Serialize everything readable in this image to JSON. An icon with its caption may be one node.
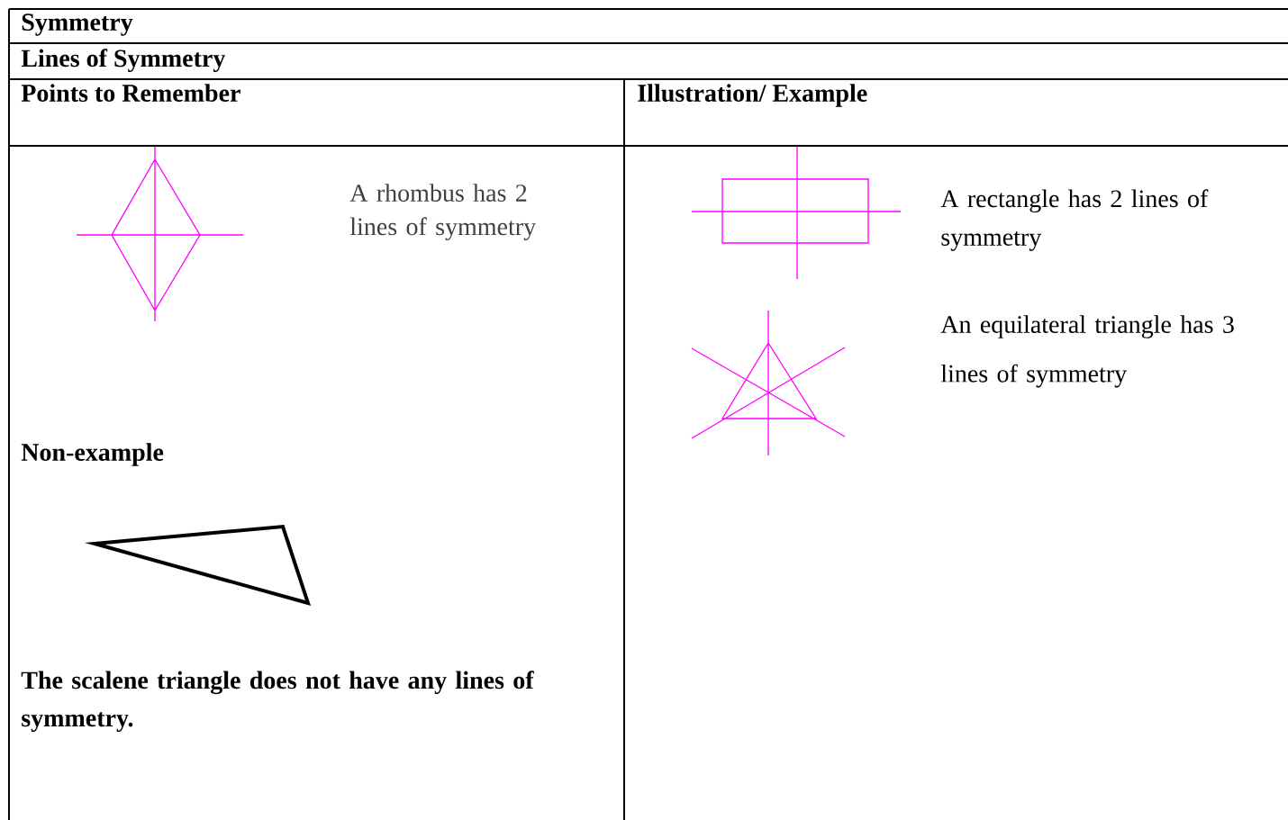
{
  "diagram": {
    "labels": [
      "Symmetry",
      "Lines of Symmetry",
      "Points to Remember",
      "Illustration/ Example",
      "A rhombus has 2 lines of symmetry",
      "Non-example",
      "The scalene triangle does not have any lines of symmetry.",
      "A rectangle has 2 lines of symmetry",
      "An equilateral triangle has 3 lines of symmetry"
    ]
  }
}
